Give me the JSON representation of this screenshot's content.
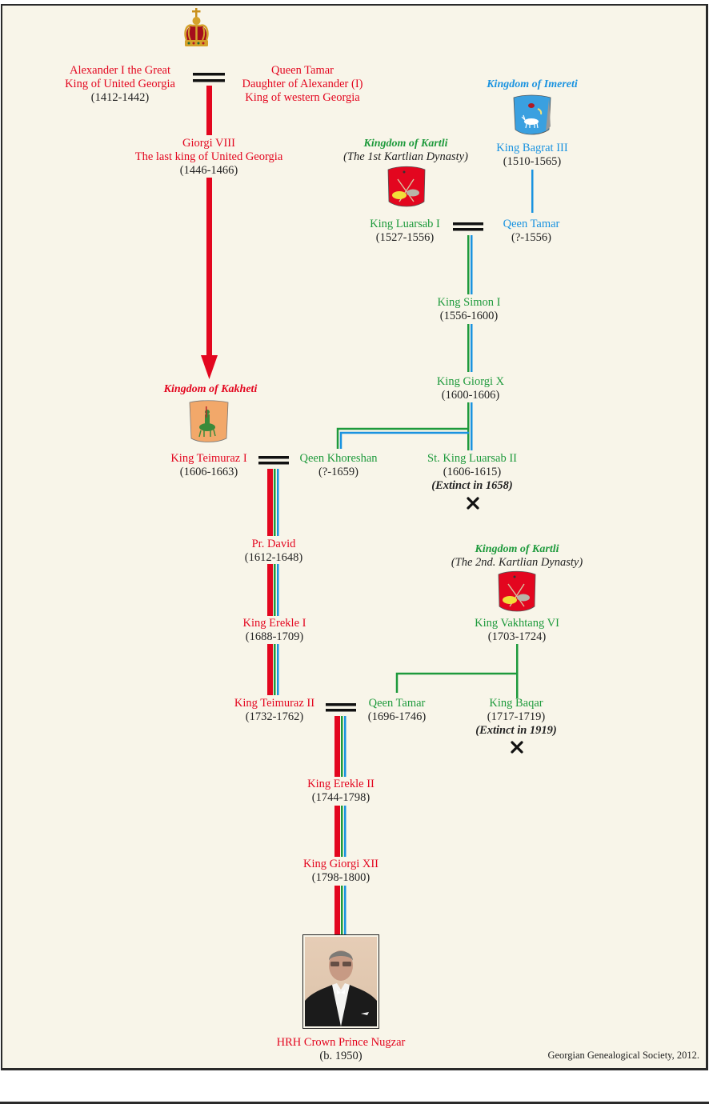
{
  "colors": {
    "red": "#e3061f",
    "green": "#1e9a3c",
    "blue": "#1a93e0",
    "background": "#f8f5e9",
    "ink": "#222222"
  },
  "icons": {
    "crown": "crown-icon",
    "kakheti_crest": "kakheti-coat-of-arms-icon",
    "kartli_crest": "kartli-coat-of-arms-icon",
    "imereti_crest": "imereti-coat-of-arms-icon",
    "extinct_mark": "cross-x-icon",
    "marriage": "double-bar-marriage-icon",
    "descent_arrow": "arrow-down-icon"
  },
  "persons": {
    "alexander": {
      "name": "Alexander I the Great",
      "title": "King of United Georgia",
      "dates": "(1412-1442)"
    },
    "queen_tamar_1": {
      "name": "Queen Tamar",
      "title": "Daughter of Alexander (I)",
      "title2": "King of western Georgia"
    },
    "giorgi_viii": {
      "name": "Giorgi VIII",
      "title": "The last king of United Georgia",
      "dates": "(1446-1466)"
    },
    "bagrat_iii": {
      "name": "King Bagrat III",
      "dates": "(1510-1565)"
    },
    "luarsab_i": {
      "name": "King Luarsab I",
      "dates": "(1527-1556)"
    },
    "qeen_tamar_2": {
      "name": "Qeen Tamar",
      "dates": "(?-1556)"
    },
    "simon_i": {
      "name": "King Simon I",
      "dates": "(1556-1600)"
    },
    "giorgi_x": {
      "name": "King Giorgi X",
      "dates": "(1600-1606)"
    },
    "teimuraz_i": {
      "name": "King Teimuraz I",
      "dates": "(1606-1663)"
    },
    "khoreshan": {
      "name": "Qeen Khoreshan",
      "dates": "(?-1659)"
    },
    "luarsab_ii": {
      "name": "St. King Luarsab II",
      "dates": "(1606-1615)",
      "note": "(Extinct in 1658)"
    },
    "david": {
      "name": "Pr. David",
      "dates": "(1612-1648)"
    },
    "erekle_i": {
      "name": "King Erekle I",
      "dates": "(1688-1709)"
    },
    "vakhtang_vi": {
      "name": "King Vakhtang VI",
      "dates": "(1703-1724)"
    },
    "teimuraz_ii": {
      "name": "King Teimuraz II",
      "dates": "(1732-1762)"
    },
    "qeen_tamar_3": {
      "name": "Qeen Tamar",
      "dates": "(1696-1746)"
    },
    "baqar": {
      "name": "King Baqar",
      "dates": "(1717-1719)",
      "note": "(Extinct in 1919)"
    },
    "erekle_ii": {
      "name": "King Erekle II",
      "dates": "(1744-1798)"
    },
    "giorgi_xii": {
      "name": "King Giorgi XII",
      "dates": "(1798-1800)"
    },
    "nugzar": {
      "name": "HRH Crown Prince Nugzar",
      "dates": "(b. 1950)"
    }
  },
  "kingdoms": {
    "imereti": {
      "name": "Kingdom of Imereti"
    },
    "kartli_1": {
      "name": "Kingdom of Kartli",
      "dynasty": "(The 1st Kartlian Dynasty)"
    },
    "kakheti": {
      "name": "Kingdom of Kakheti"
    },
    "kartli_2": {
      "name": "Kingdom of Kartli",
      "dynasty": "(The 2nd. Kartlian Dynasty)"
    }
  },
  "marks": {
    "extinct_symbol": "✕"
  },
  "footer": {
    "credit": "Georgian Genealogical Society, 2012."
  }
}
